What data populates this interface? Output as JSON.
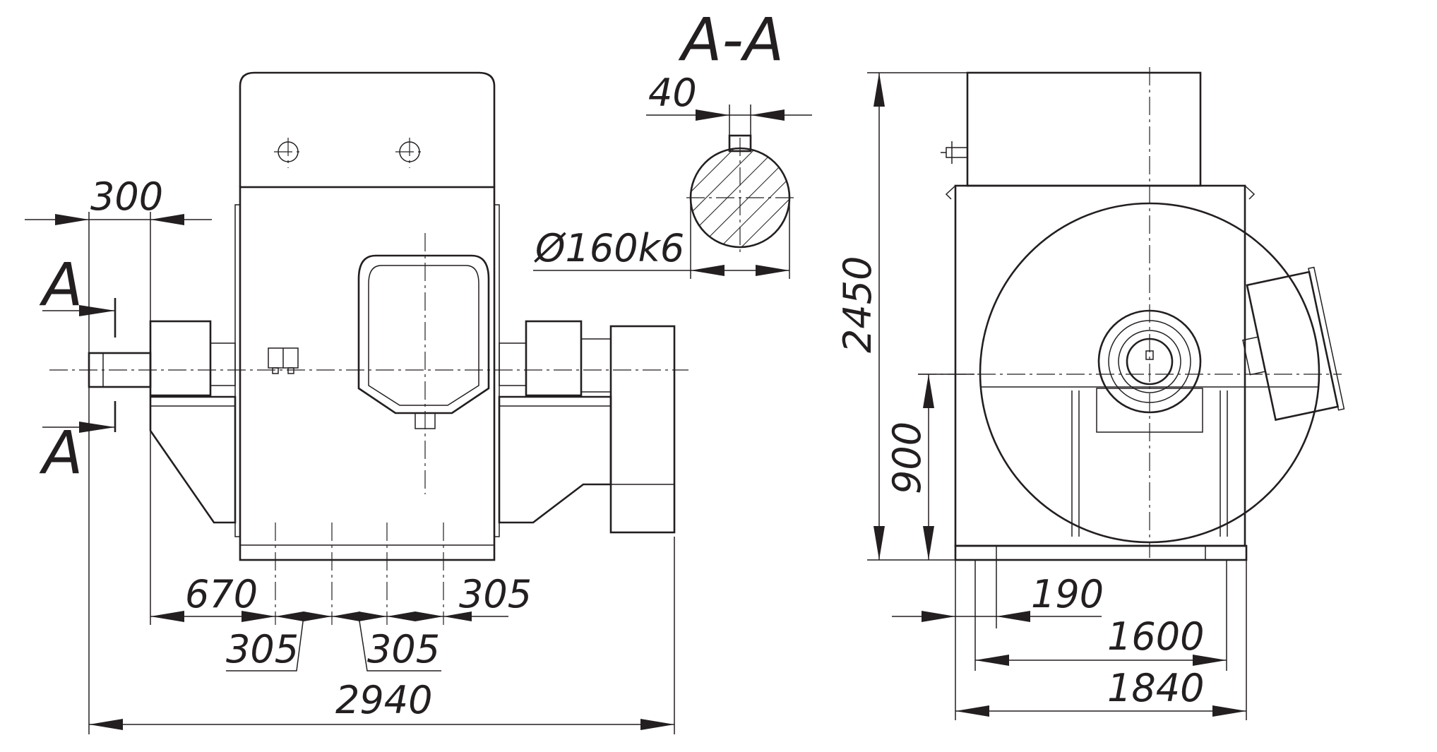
{
  "section": {
    "title": "A-A",
    "marker": "A",
    "key_width": "40",
    "shaft_diameter": "Ø160k6"
  },
  "front_view": {
    "shaft_extension": "300",
    "foot_offset": "670",
    "hole_pitch_1": "305",
    "hole_pitch_2": "305",
    "hole_pitch_3": "305",
    "overall_length": "2940"
  },
  "side_view": {
    "overall_height": "2450",
    "shaft_height": "900",
    "foot_width": "190",
    "mount_span": "1600",
    "overall_width": "1840"
  }
}
